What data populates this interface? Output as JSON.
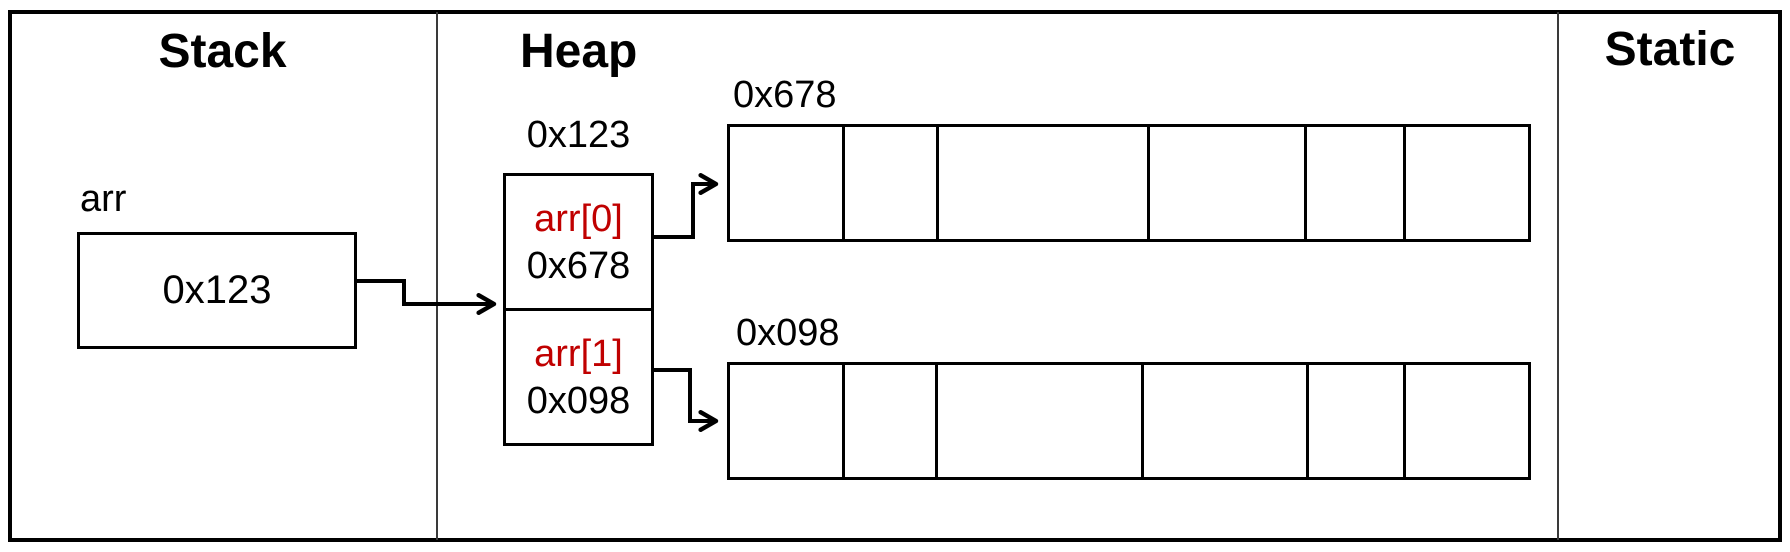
{
  "diagram": {
    "sections": [
      {
        "id": "stack",
        "title": "Stack"
      },
      {
        "id": "heap",
        "title": "Heap"
      },
      {
        "id": "static",
        "title": "Static"
      }
    ],
    "stack": {
      "variable_label": "arr",
      "variable_value": "0x123"
    },
    "heap": {
      "pointer_box": {
        "address_label": "0x123",
        "slots": [
          {
            "name": "arr[0]",
            "value": "0x678"
          },
          {
            "name": "arr[1]",
            "value": "0x098"
          }
        ]
      },
      "arrays": [
        {
          "address_label": "0x678",
          "cell_count": 6
        },
        {
          "address_label": "0x098",
          "cell_count": 6
        }
      ]
    },
    "colors": {
      "slot_name_red": "#c00000",
      "line_black": "#000000"
    }
  }
}
